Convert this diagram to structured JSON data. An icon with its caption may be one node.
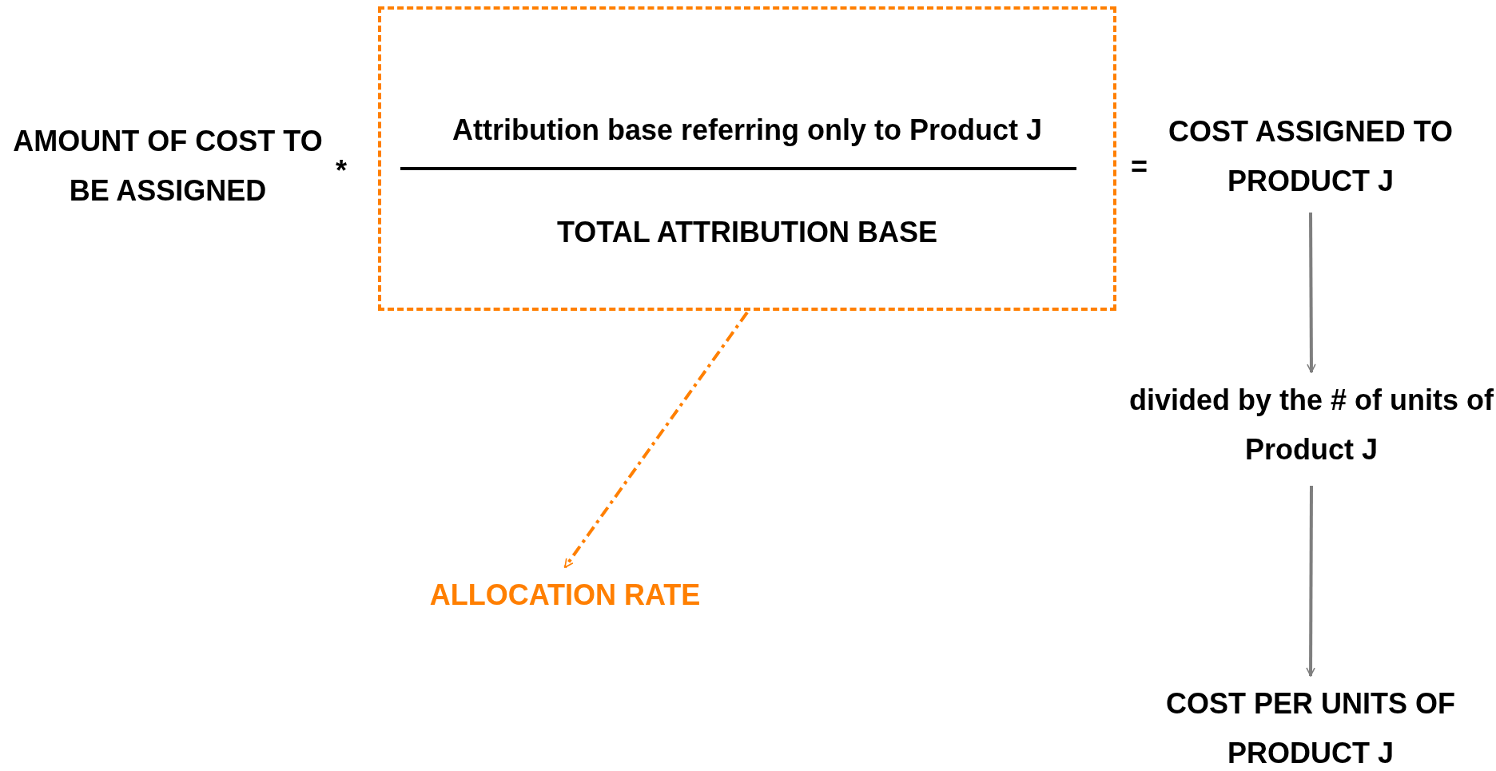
{
  "diagram": {
    "nodes": [
      {
        "text": [
          "AMOUNT OF COST TO BE ASSIGNED"
        ]
      },
      {
        "text": [
          "Attribution base referring only to Product J",
          "TOTAL ATTRIBUTION BASE"
        ]
      },
      {
        "text": [
          "COST ASSIGNED TO PRODUCT J"
        ]
      },
      {
        "text": [
          "ALLOCATION RATE"
        ]
      },
      {
        "text": [
          "divided by the # of units of Product J"
        ]
      },
      {
        "text": [
          "COST PER UNITS OF PRODUCT J"
        ]
      }
    ],
    "edges": [
      {
        "from": 1,
        "to": 3,
        "arrow": "to",
        "style": "dashed",
        "color": "#ff7f00"
      },
      {
        "from": 2,
        "to": 4,
        "arrow": "to"
      },
      {
        "from": 4,
        "to": 5,
        "arrow": "to"
      }
    ],
    "labels": [
      "*",
      "="
    ]
  }
}
